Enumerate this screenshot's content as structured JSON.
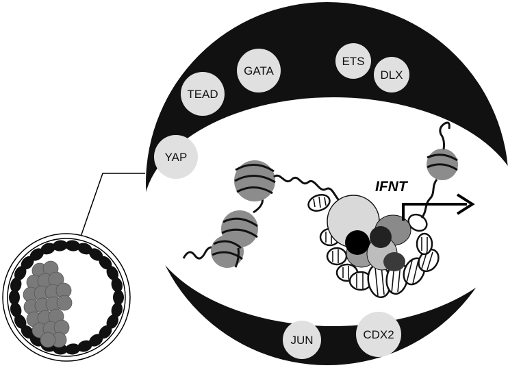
{
  "diagram": {
    "transcription_factors": {
      "tead": "TEAD",
      "gata": "GATA",
      "ets": "ETS",
      "dlx": "DLX",
      "yap": "YAP",
      "jun": "JUN",
      "cdx2": "CDX2"
    },
    "gene": "IFNT"
  },
  "colors": {
    "cell_body": "#111111",
    "nucleus": "#ffffff",
    "tf_bubble": "#e0e0e0",
    "nucleosome": "#8c8c8c",
    "inner_cell_mass": "#7a7a7a",
    "trophectoderm": "#111111"
  }
}
